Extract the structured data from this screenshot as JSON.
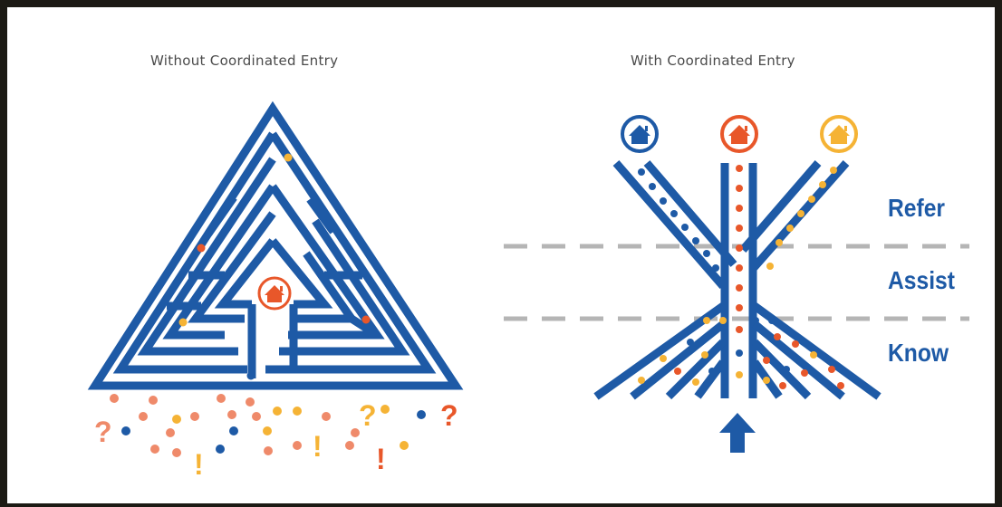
{
  "left_panel": {
    "title": "Without Coordinated Entry"
  },
  "right_panel": {
    "title": "With Coordinated Entry",
    "stages": [
      "Refer",
      "Assist",
      "Know"
    ]
  },
  "colors": {
    "blue": "#1e5aa6",
    "orange": "#e8572a",
    "gold": "#f5b335",
    "salmon": "#ef8a6a",
    "dashed_line": "#b5b5b5"
  },
  "icons": [
    "house-icon",
    "question-mark-icon",
    "exclamation-mark-icon",
    "up-arrow-icon"
  ]
}
